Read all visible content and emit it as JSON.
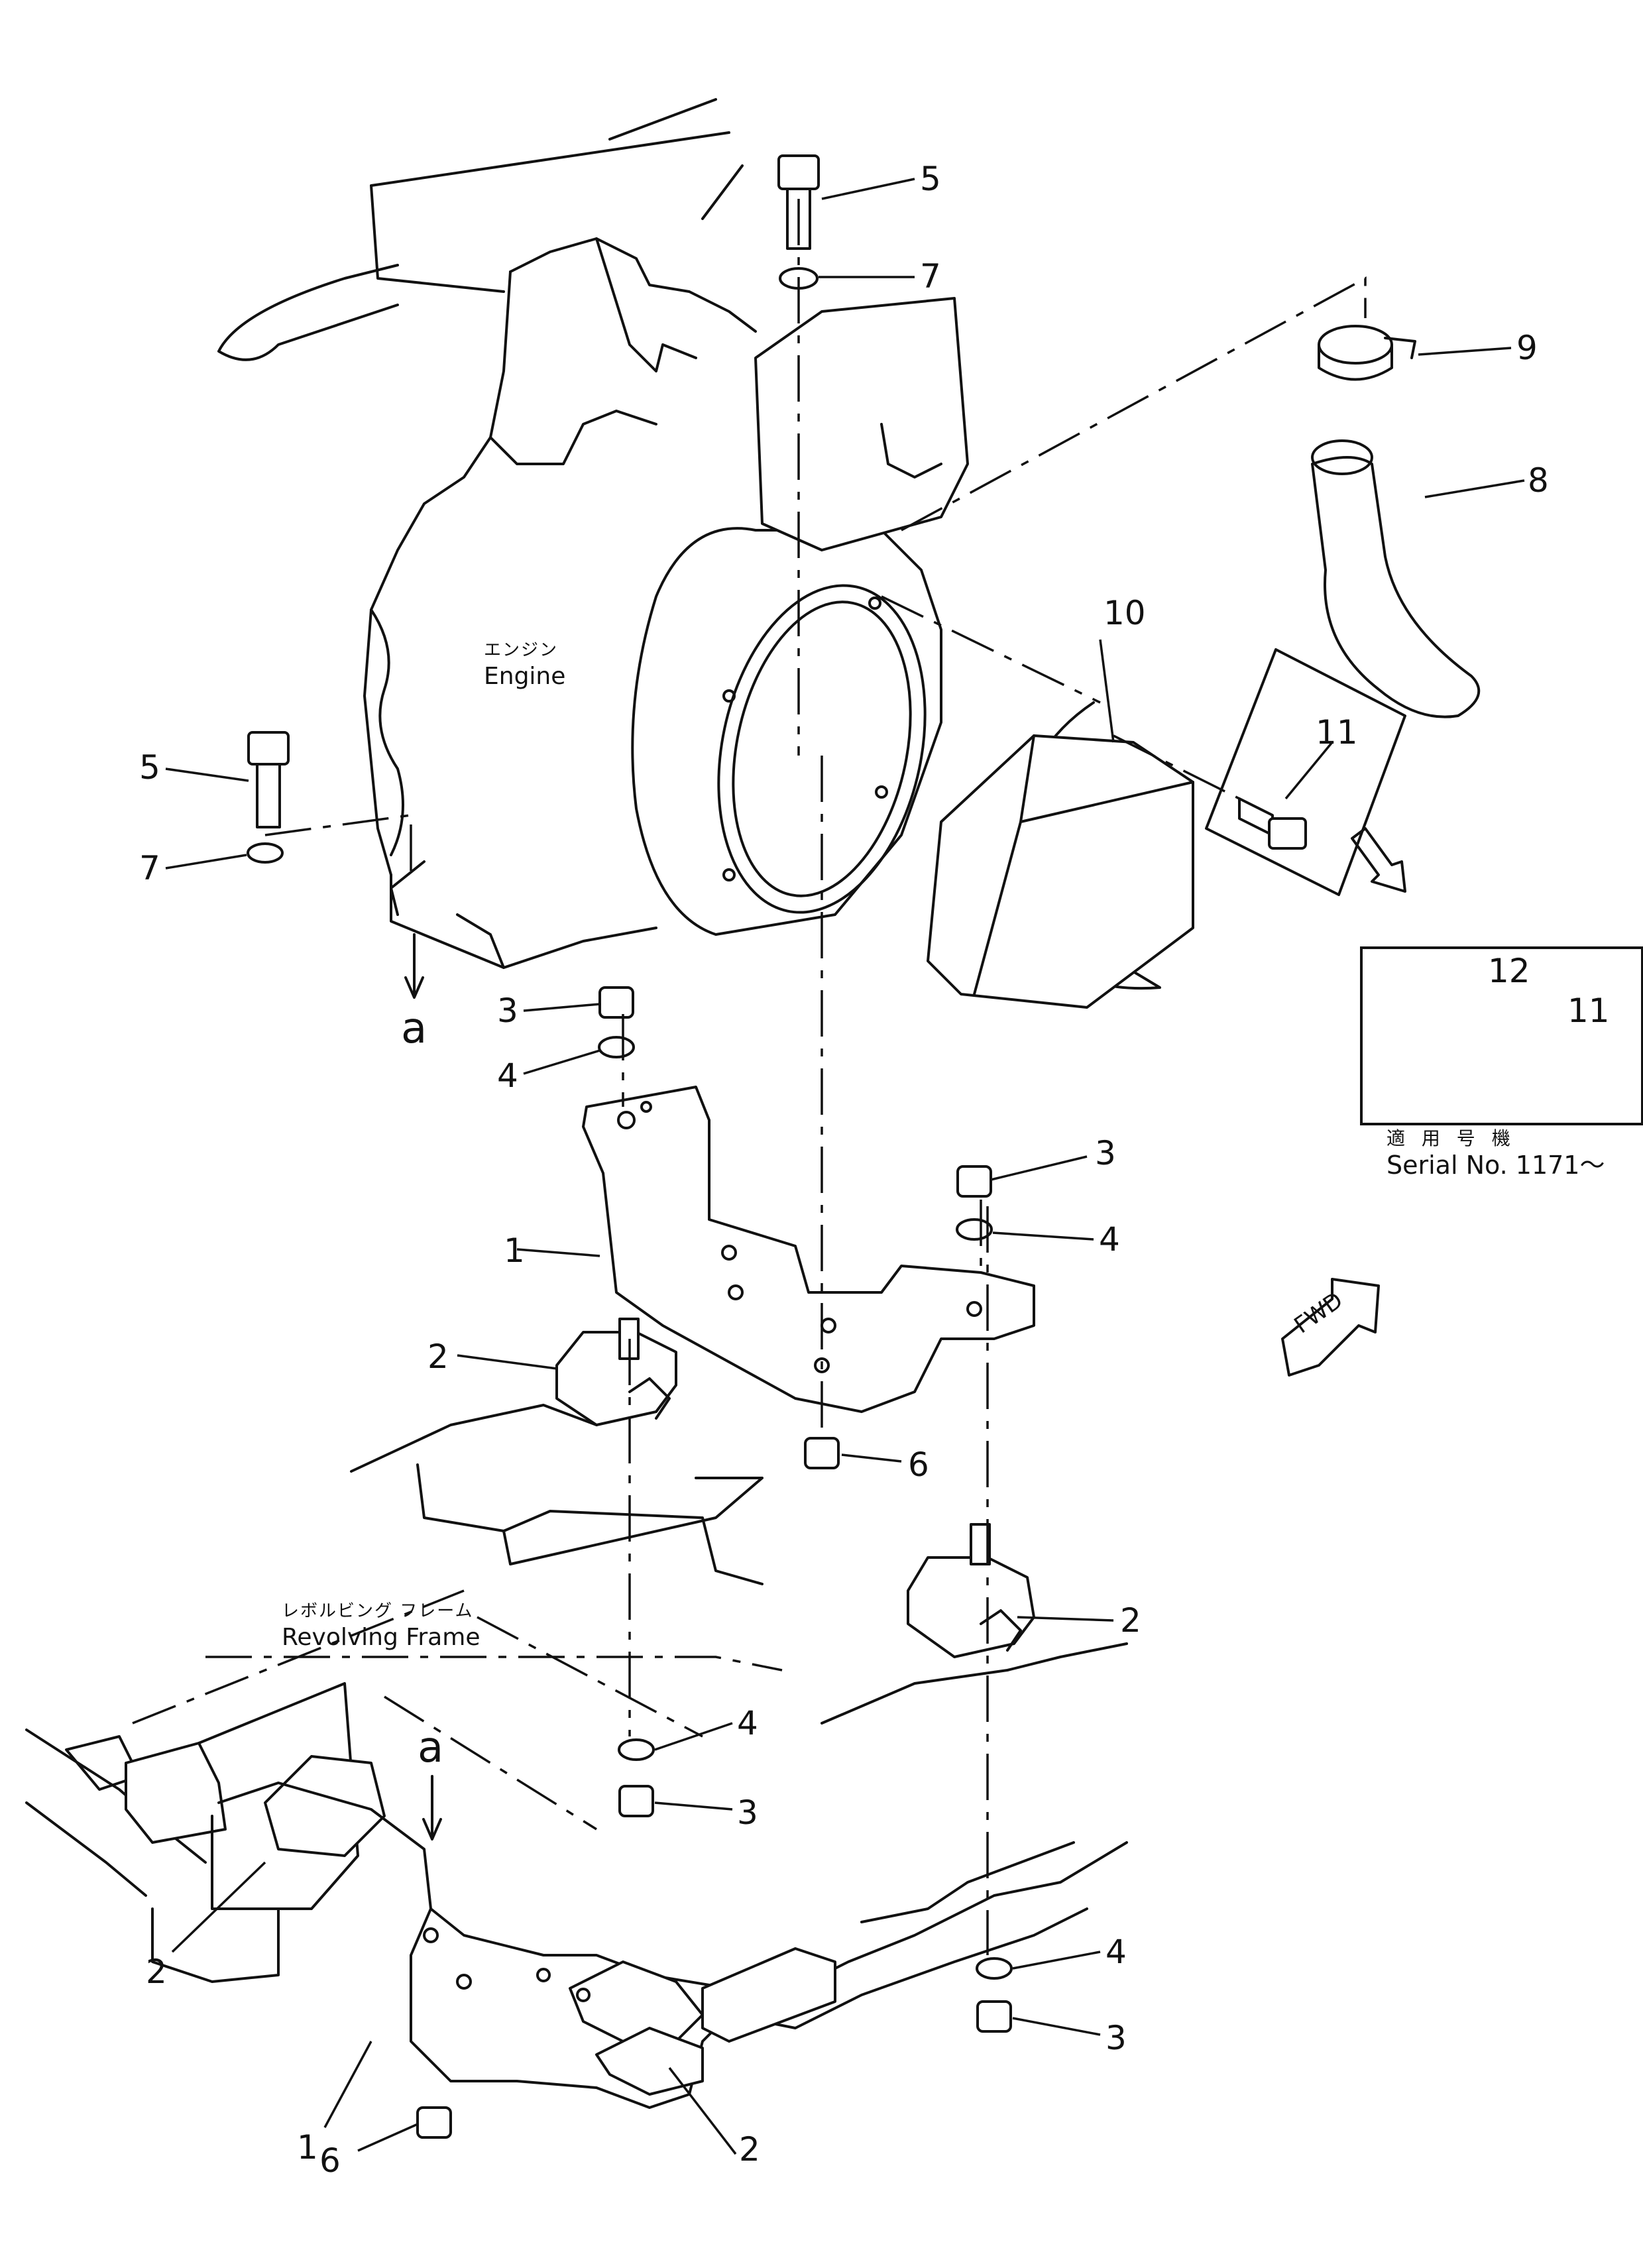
{
  "diagram": {
    "engine_label_jp": "エンジン",
    "engine_label_en": "Engine",
    "frame_label_jp": "レボルビング フレーム",
    "frame_label_en": "Revolving Frame",
    "view_letter": "a",
    "fwd_label": "FWD",
    "serial_label_jp": "適 用 号 機",
    "serial_label_en": "Serial No. 1171～"
  },
  "callouts": {
    "c5a": "5",
    "c7a": "7",
    "c9": "9",
    "c8": "8",
    "c10": "10",
    "c11a": "11",
    "c5b": "5",
    "c7b": "7",
    "c12": "12",
    "c11b": "11",
    "c3a": "3",
    "c4a": "4",
    "c3b": "3",
    "c4b": "4",
    "c1a": "1",
    "c2a": "2",
    "c6a": "6",
    "c2b": "2",
    "c4c": "4",
    "c3c": "3",
    "c4d": "4",
    "c3d": "3",
    "c2c": "2",
    "c1b": "1",
    "c2d": "2",
    "c6b": "6"
  }
}
